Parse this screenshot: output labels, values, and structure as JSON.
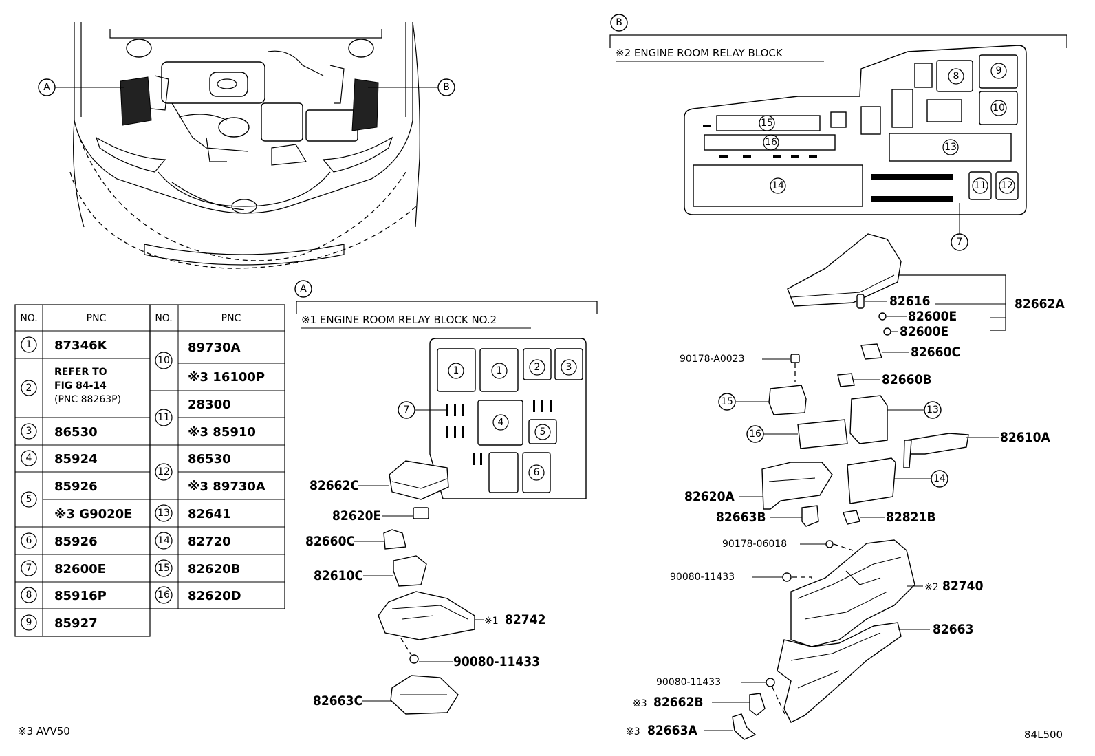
{
  "callouts": {
    "a": "A",
    "b": "B"
  },
  "section_a": {
    "title": "※1 ENGINE ROOM RELAY BLOCK NO.2",
    "slots": [
      "1",
      "1",
      "2",
      "3",
      "4",
      "5",
      "6",
      "7"
    ],
    "parts": [
      "82662C",
      "82620E",
      "82660C",
      "82610C",
      "82742",
      "90080-11433",
      "82663C"
    ],
    "part_82742_prefix": "※1"
  },
  "section_b": {
    "title": "※2 ENGINE ROOM RELAY BLOCK",
    "slots": [
      "8",
      "9",
      "10",
      "11",
      "12",
      "13",
      "14",
      "15",
      "16",
      "7"
    ],
    "parts": [
      "82616",
      "82600E",
      "82600E",
      "82662A",
      "90178-A0023",
      "82660C",
      "82660B",
      "13",
      "15",
      "16",
      "82610A",
      "14",
      "82620A",
      "82663B",
      "82821B",
      "90178-06018",
      "90080-11433",
      "82740",
      "82663",
      "90080-11433",
      "82662B",
      "82663A"
    ],
    "prefix_2": "※2",
    "prefix_3": "※3"
  },
  "table": {
    "headers": [
      "NO.",
      "PNC",
      "NO.",
      "PNC"
    ],
    "left_rows": [
      {
        "no": "1",
        "pnc": [
          "87346K"
        ]
      },
      {
        "no": "2",
        "pnc": [
          "REFER TO",
          "FIG 84-14",
          "(PNC 88263P)"
        ]
      },
      {
        "no": "3",
        "pnc": [
          "86530"
        ]
      },
      {
        "no": "4",
        "pnc": [
          "85924"
        ]
      },
      {
        "no": "5",
        "pnc": [
          "85926",
          "※3 G9020E"
        ]
      },
      {
        "no": "6",
        "pnc": [
          "85926"
        ]
      },
      {
        "no": "7",
        "pnc": [
          "82600E"
        ]
      },
      {
        "no": "8",
        "pnc": [
          "85916P"
        ]
      },
      {
        "no": "9",
        "pnc": [
          "85927"
        ]
      }
    ],
    "right_rows": [
      {
        "no": "10",
        "pnc": [
          "89730A",
          "※3 16100P"
        ]
      },
      {
        "no": "11",
        "pnc": [
          "28300",
          "※3 85910"
        ]
      },
      {
        "no": "12",
        "pnc": [
          "86530",
          "※3 89730A"
        ]
      },
      {
        "no": "13",
        "pnc": [
          "82641"
        ]
      },
      {
        "no": "14",
        "pnc": [
          "82720"
        ]
      },
      {
        "no": "15",
        "pnc": [
          "82620B"
        ]
      },
      {
        "no": "16",
        "pnc": [
          "82620D"
        ]
      }
    ]
  },
  "footnote": "※3 AVV50",
  "figure_code": "84L500"
}
